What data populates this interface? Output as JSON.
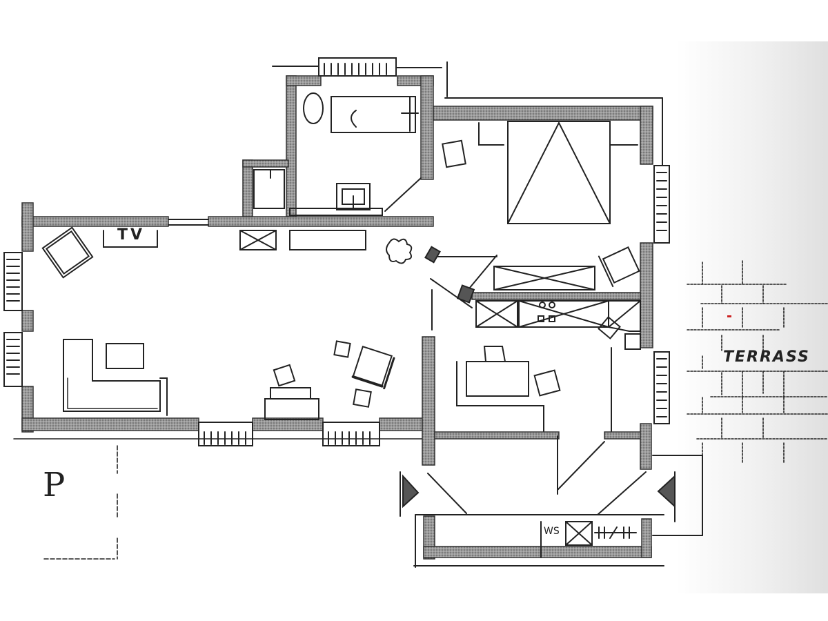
{
  "drawing": {
    "type": "hand-drawn floor plan sketch",
    "colors": {
      "paper": "#ffffff",
      "ink": "#222222",
      "wall_fill": "#8a8a8a",
      "marker_red": "#cc2222"
    }
  },
  "labels": {
    "tv": "TV",
    "terrace": "TERRASS",
    "parking": "P",
    "ws": "WS"
  },
  "rooms": [
    {
      "name": "living-room",
      "furniture": [
        "tv-unit",
        "armchair",
        "l-shaped-sofa",
        "coffee-table",
        "dining-table",
        "chairs",
        "reading-armchair",
        "side-tables"
      ]
    },
    {
      "name": "bathroom",
      "furniture": [
        "toilet",
        "bathtub",
        "sink",
        "shower"
      ]
    },
    {
      "name": "bedroom",
      "furniture": [
        "double-bed",
        "nightstands",
        "armchair",
        "wardrobe",
        "stool"
      ]
    },
    {
      "name": "kitchen-dining",
      "furniture": [
        "kitchen-counter",
        "stove",
        "sink",
        "dining-table",
        "chairs"
      ]
    },
    {
      "name": "entrance-hall",
      "furniture": [
        "wardrobe",
        "washing-machine",
        "shelf"
      ]
    },
    {
      "name": "terrace",
      "furniture": [
        "paving-pattern"
      ]
    },
    {
      "name": "parking",
      "furniture": []
    }
  ]
}
